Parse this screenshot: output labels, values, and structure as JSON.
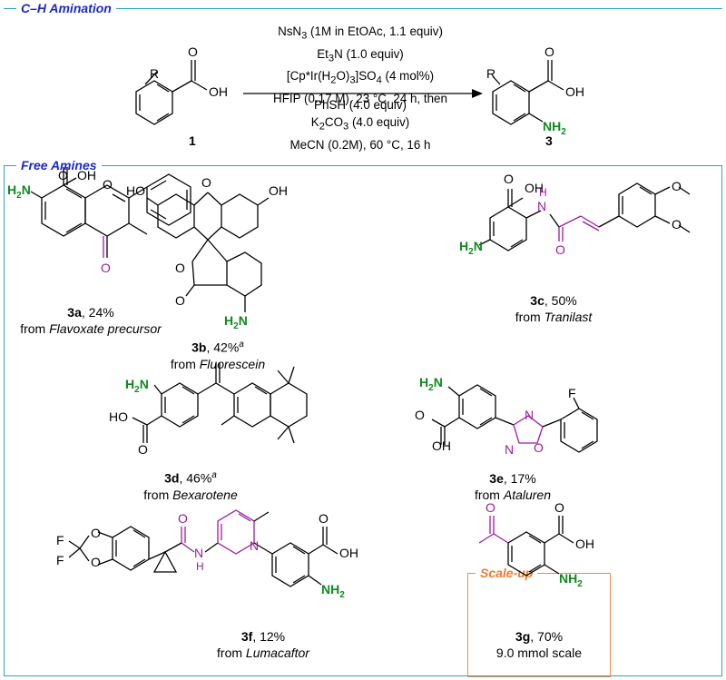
{
  "sections": {
    "amination_title": "C–H Amination",
    "free_amines_title": "Free Amines",
    "scaleup_title": "Scale-up"
  },
  "conditions": {
    "line1_a": "NsN",
    "line1_sub": "3",
    "line1_b": " (1M in EtOAc, 1.1 equiv)",
    "line2_a": "Et",
    "line2_sub": "3",
    "line2_b": "N (1.0 equiv)",
    "line3_a": "[Cp*Ir(H",
    "line3_sub1": "2",
    "line3_b": "O)",
    "line3_sub2": "3",
    "line3_c": "]SO",
    "line3_sub3": "4",
    "line3_d": " (4 mol%)",
    "line4": "HFIP (0.17 M), 23 °C, 24 h, then",
    "line5": "PhSH (4.0 equiv)",
    "line6_a": "K",
    "line6_sub1": "2",
    "line6_b": "CO",
    "line6_sub2": "3",
    "line6_c": " (4.0 equiv)",
    "line7": "MeCN (0.2M), 60 °C, 16 h"
  },
  "atoms": {
    "R": "R",
    "OH": "OH",
    "O": "O",
    "NH2_N": "H",
    "NH2_sub": "2",
    "N": "N",
    "NH2_lbl": "NH",
    "H2N": "H",
    "F": "F",
    "NH": "H",
    "HO": "HO"
  },
  "compounds": {
    "start": {
      "id": "1"
    },
    "product": {
      "id": "3"
    },
    "c3a": {
      "id": "3a",
      "yield": ", 24%",
      "from": "from ",
      "source": "Flavoxate precursor"
    },
    "c3b": {
      "id": "3b",
      "yield": ", 42%",
      "note": "a",
      "from": "from ",
      "source": "Fluorescein"
    },
    "c3c": {
      "id": "3c",
      "yield": ", 50%",
      "from": "from ",
      "source": "Tranilast"
    },
    "c3d": {
      "id": "3d",
      "yield": ", 46%",
      "note": "a",
      "from": "from ",
      "source": "Bexarotene"
    },
    "c3e": {
      "id": "3e",
      "yield": ", 17%",
      "from": "from ",
      "source": "Ataluren"
    },
    "c3f": {
      "id": "3f",
      "yield": ", 12%",
      "from": "from ",
      "source": "Lumacaftor"
    },
    "c3g": {
      "id": "3g",
      "yield": ", 70%",
      "scale": "9.0 mmol scale"
    }
  },
  "colors": {
    "frame": "#2aa5b8",
    "title": "#1c28c8",
    "amine": "#0d8a1e",
    "highlight": "#9b1b9e",
    "scaleup": "#ef8b4e"
  }
}
